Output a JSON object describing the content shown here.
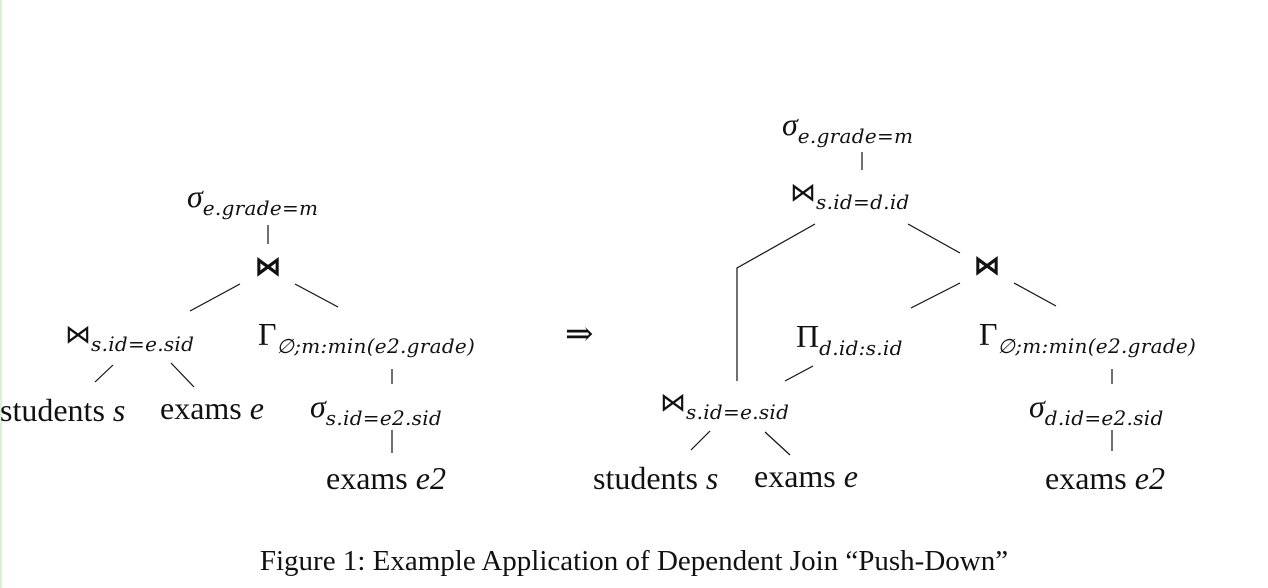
{
  "left_tree": {
    "root_select": {
      "symbol": "σ",
      "cond": "e.grade=m"
    },
    "dep_join": {
      "symbol": "⋈"
    },
    "join": {
      "symbol": "⋈",
      "cond": "s.id=e.sid"
    },
    "agg": {
      "symbol": "Γ",
      "cond": "∅;m:min(e2.grade)"
    },
    "students": {
      "name": "students",
      "alias": "s"
    },
    "exams": {
      "name": "exams",
      "alias": "e"
    },
    "inner_select": {
      "symbol": "σ",
      "cond": "s.id=e2.sid"
    },
    "exams2": {
      "name": "exams",
      "alias": "e2"
    }
  },
  "transform_arrow": "⇒",
  "right_tree": {
    "root_select": {
      "symbol": "σ",
      "cond": "e.grade=m"
    },
    "join_top": {
      "symbol": "⋈",
      "cond": "s.id=d.id"
    },
    "dep_join": {
      "symbol": "⋈"
    },
    "project": {
      "symbol": "Π",
      "cond": "d.id:s.id"
    },
    "agg": {
      "symbol": "Γ",
      "cond": "∅;m:min(e2.grade)"
    },
    "join": {
      "symbol": "⋈",
      "cond": "s.id=e.sid"
    },
    "students": {
      "name": "students",
      "alias": "s"
    },
    "exams": {
      "name": "exams",
      "alias": "e"
    },
    "inner_select": {
      "symbol": "σ",
      "cond": "d.id=e2.sid"
    },
    "exams2": {
      "name": "exams",
      "alias": "e2"
    }
  },
  "caption": "Figure 1: Example Application of Dependent Join “Push-Down”"
}
